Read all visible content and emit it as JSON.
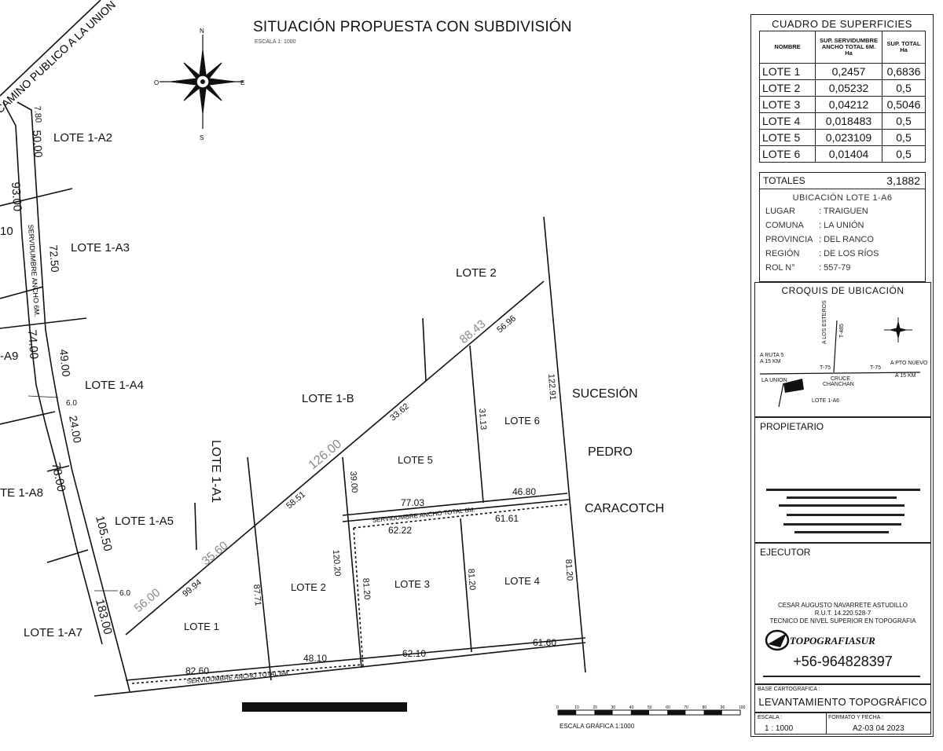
{
  "title": "SITUACIÓN PROPUESTA CON SUBDIVISIÓN",
  "scale_note": "ESCALA 1: 1000",
  "compass": {
    "n": "N",
    "s": "S",
    "e": "E",
    "o": "O"
  },
  "road_label": "CAMINO PUBLICO A LA UNION",
  "lot_labels": {
    "a2": "LOTE 1-A2",
    "a3": "LOTE 1-A3",
    "a4": "LOTE 1-A4",
    "a5": "LOTE 1-A5",
    "a7": "LOTE 1-A7",
    "a8": "TE 1-A8",
    "a9": "-A9",
    "a10": "10",
    "a1": "LOTE 1-A1",
    "b": "LOTE 1-B",
    "lote2_top": "LOTE 2",
    "l1": "LOTE 1",
    "l2": "LOTE 2",
    "l3": "LOTE 3",
    "l4": "LOTE 4",
    "l5": "LOTE 5",
    "l6": "LOTE 6"
  },
  "neighbor": {
    "line1": "SUCESIÓN",
    "line2": "PEDRO",
    "line3": "CARACOTCH"
  },
  "servidumbre_left": "SERVIDUMBRE ANCHO 6M.",
  "servidumbre_mid": "SERVIDUMBRE ANCHO TOTAL 6M.",
  "servidumbre_bottom": "SERVIDUMBRE ANCHO TOTAL 6M.",
  "dims": {
    "d780": "7.80",
    "d5000": "50.00",
    "d9300": "93.00",
    "d7250": "72.50",
    "d7400": "74.00",
    "d4900": "49.00",
    "d60a": "6.0",
    "d2400": "24.00",
    "d7800": "78.00",
    "d10550": "105.50",
    "d60b": "6.0",
    "d18300": "183.00",
    "d5600": "56.00",
    "d3560": "35.60",
    "d12600": "126.00",
    "d8843": "88.43",
    "d9994": "99.94",
    "d5851": "58.51",
    "d3362": "33.62",
    "d5696": "56.96",
    "d3900": "39.00",
    "d3113": "31.13",
    "d12291": "122.91",
    "d8771": "87.71",
    "d12020": "120.20",
    "d8120a": "81.20",
    "d8120b": "81.20",
    "d8120c": "81.20",
    "d7703": "77.03",
    "d4680": "46.80",
    "d6222": "62.22",
    "d6161": "61.61",
    "d8260": "82.60",
    "d4810": "48.10",
    "d6210": "62.10",
    "d6160": "61.60"
  },
  "scale_bar": {
    "label": "ESCALA GRÁFICA 1:1000",
    "ticks": [
      "0",
      "10",
      "20",
      "30",
      "40",
      "50",
      "60",
      "70",
      "80",
      "90",
      "100"
    ]
  },
  "cuadro": {
    "title": "CUADRO DE SUPERFICIES",
    "headers": [
      "NOMBRE",
      "SUP. SERVIDUMBRE ANCHO TOTAL 6M. Ha",
      "SUP. TOTAL Ha"
    ],
    "rows": [
      [
        "LOTE 1",
        "0,2457",
        "0,6836"
      ],
      [
        "LOTE 2",
        "0,05232",
        "0,5"
      ],
      [
        "LOTE 3",
        "0,04212",
        "0,5046"
      ],
      [
        "LOTE 4",
        "0,018483",
        "0,5"
      ],
      [
        "LOTE 5",
        "0,023109",
        "0,5"
      ],
      [
        "LOTE 6",
        "0,01404",
        "0,5"
      ]
    ],
    "totales_label": "TOTALES",
    "totales_value": "3,1882"
  },
  "ubicacion": {
    "head": "UBICACIÓN LOTE 1-A6",
    "rows": [
      [
        "LUGAR",
        ": TRAIGUEN"
      ],
      [
        "COMUNA",
        ": LA UNIÓN"
      ],
      [
        "PROVINCIA",
        ": DEL RANCO"
      ],
      [
        "REGIÓN",
        ": DE LOS RÍOS"
      ],
      [
        "ROL N°",
        ": 557-79"
      ]
    ]
  },
  "croquis": {
    "head": "CROQUIS DE UBICACIÓN",
    "a_ruta5": "A RUTA 5",
    "a_15km_left": "A 15 KM",
    "la_union": "LA UNION",
    "t75a": "T-75",
    "t75b": "T-75",
    "cruce": "CRUCE",
    "chanchan": "CHANCHAN",
    "a_pto_nuevo": "A PTO NUEVO",
    "a_15km_right": "A 15 KM",
    "a_los_esteros": "A LOS ESTEROS",
    "t485": "T-485",
    "lote": "LOTE 1-A6"
  },
  "propietario": "PROPIETARIO",
  "ejecutor": {
    "label": "EJECUTOR",
    "name": "CESAR AUGUSTO NAVARRETE ASTUDILLO",
    "rut": "R.U.T. 14.220.528-7",
    "title": "TECNICO DE NIVEL SUPERIOR EN TOPOGRAFIA",
    "logo_text": "TOPOGRAFIASUR",
    "phone": "+56-964828397"
  },
  "base": {
    "label": "BASE CARTOGRAFICA :",
    "value": "LEVANTAMIENTO TOPOGRÁFICO"
  },
  "footer": {
    "escala_label": "ESCALA :",
    "escala_value": "1 : 1000",
    "formato_label": "FORMATO Y FECHA :",
    "formato_value": "A2-03 04 2023"
  }
}
